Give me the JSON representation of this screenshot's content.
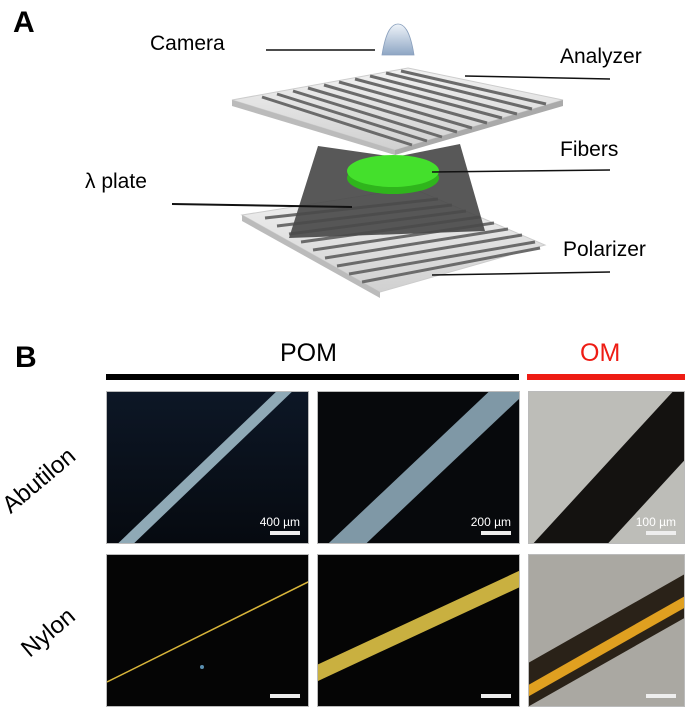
{
  "panel_a": {
    "letter": "A",
    "labels": {
      "camera": "Camera",
      "analyzer": "Analyzer",
      "fibers": "Fibers",
      "lambda_plate": "λ plate",
      "polarizer": "Polarizer"
    },
    "colors": {
      "fibers": "#44e02c",
      "plate": "#555555",
      "filters": "#d8d8d8",
      "camera": "#b8cbe0"
    }
  },
  "panel_b": {
    "letter": "B",
    "columns": [
      {
        "header": "POM",
        "color": "#000000"
      },
      {
        "header": "OM",
        "color": "#ee1c14"
      }
    ],
    "rows": [
      {
        "label": "Abutilon",
        "images": [
          {
            "mode": "POM",
            "scale": "400 µm",
            "bg": "#0b1220",
            "fiber": "#8fa9b6"
          },
          {
            "mode": "POM",
            "scale": "200 µm",
            "bg": "#07090c",
            "fiber": "#8fa9b6"
          },
          {
            "mode": "OM",
            "scale": "100 µm",
            "bg": "#b8b8b3",
            "fiber": "#141210"
          }
        ]
      },
      {
        "label": "Nylon",
        "images": [
          {
            "mode": "POM",
            "scale": "",
            "bg": "#050505",
            "fiber": "#d8b53a"
          },
          {
            "mode": "POM",
            "scale": "",
            "bg": "#050505",
            "fiber": "#c9b040"
          },
          {
            "mode": "OM",
            "scale": "",
            "bg": "#aaa8a2",
            "fiber": "#e0a020"
          }
        ]
      }
    ]
  }
}
